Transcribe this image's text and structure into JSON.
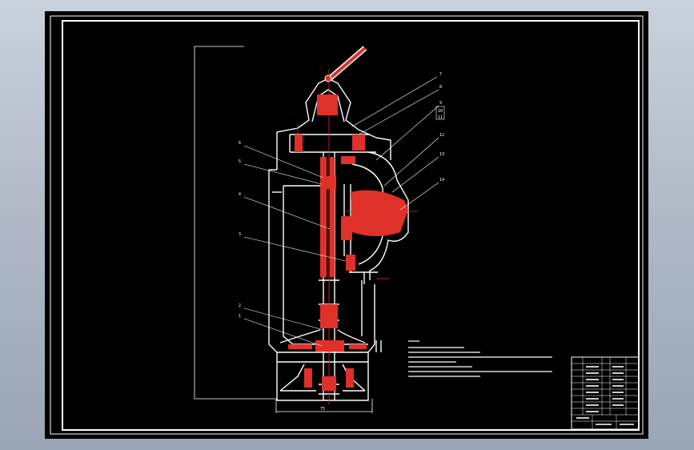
{
  "drawing": {
    "title_label": "",
    "background_color": "#000000",
    "line_color": "#ffffff",
    "section_color": "#e0302a",
    "parts": [
      {
        "id": "p7",
        "text": "7"
      },
      {
        "id": "p8",
        "text": "8"
      },
      {
        "id": "p9",
        "text": "9"
      },
      {
        "id": "p10",
        "text": "10"
      },
      {
        "id": "p11",
        "text": "11"
      },
      {
        "id": "p12",
        "text": "12"
      },
      {
        "id": "p13",
        "text": "13"
      },
      {
        "id": "p14",
        "text": "14"
      },
      {
        "id": "p6",
        "text": "6"
      },
      {
        "id": "p5",
        "text": "5"
      },
      {
        "id": "p4",
        "text": "4"
      },
      {
        "id": "p3",
        "text": "3"
      },
      {
        "id": "p2",
        "text": "2"
      },
      {
        "id": "p1",
        "text": "1"
      }
    ],
    "dim_height": "",
    "dim_width": "75"
  }
}
